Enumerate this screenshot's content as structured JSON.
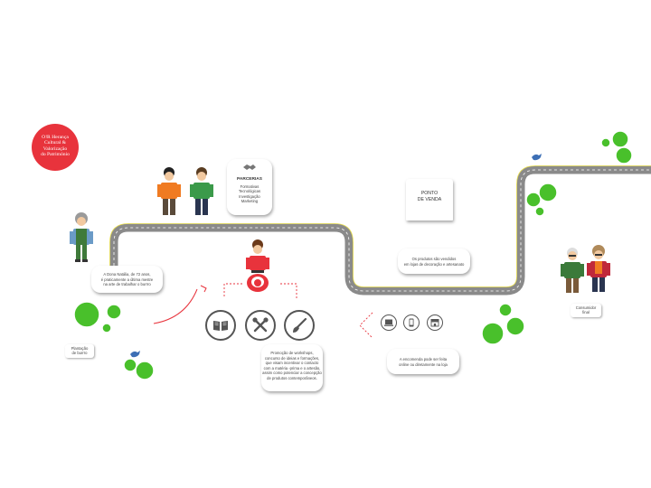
{
  "badge": {
    "lines": [
      "O!R Herança",
      "Cultural &",
      "Valorização",
      "do Património"
    ],
    "color": "#e8333c"
  },
  "partners": {
    "title": "PARCERIAS",
    "lines": [
      "Formativas",
      "Tecnológicas",
      "Investigação",
      "Marketing"
    ]
  },
  "point_of_sale": {
    "lines": [
      "PONTO",
      "DE VENDA"
    ]
  },
  "bubble_artisan": {
    "lines": [
      "A Dona Natália, de 72 anos,",
      "é praticamente a última mestre",
      "na arte de trabalhar o burrro"
    ]
  },
  "bubble_promotion": {
    "lines": [
      "Promoção de workshops,",
      "concurso de ideias e formações,",
      "que visam incentivar o contacto",
      "com a matéria -prima e o artesão,",
      "assim como potenciar a concepção",
      "de produtos contemporâneos."
    ]
  },
  "bubble_products": {
    "lines": [
      "Os produtos são vendidos",
      "em lojas de decoração e artesanato"
    ]
  },
  "bubble_order": {
    "lines": [
      "A encomenda pode ser feita",
      "online ou diretamente na loja"
    ]
  },
  "label_plantation": {
    "lines": [
      "Plantação",
      "de burrro"
    ]
  },
  "label_consumer": {
    "lines": [
      "Consumidor",
      "final"
    ]
  },
  "colors": {
    "road": "#8a8a8a",
    "road_line": "#e6dc4a",
    "tree": "#49c02b",
    "accent": "#e8333c",
    "bird": "#3d6fb5"
  },
  "icons": {
    "workshop": [
      "book-icon",
      "tools-icon",
      "brush-icon"
    ],
    "channels": [
      "laptop-icon",
      "smartphone-icon",
      "shop-icon"
    ],
    "partners": "handshake-icon"
  }
}
